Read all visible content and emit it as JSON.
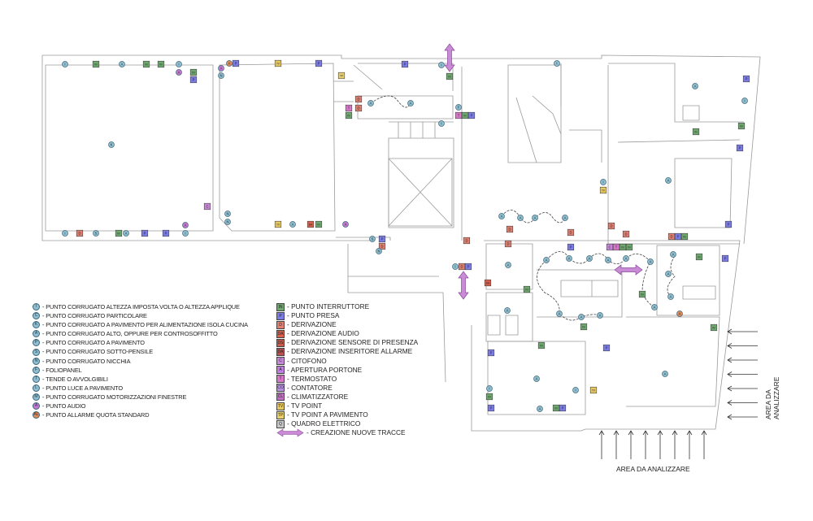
{
  "colors": {
    "wall": "#9a9a9a",
    "circle": "#8fbfd0",
    "circle_audio": "#c47ad0",
    "circle_alarm": "#e08a5a",
    "arrow": "#c98ad6"
  },
  "legend_left": [
    {
      "code": "I",
      "label": "- PUNTO CORRUGATO ALTEZZA IMPOSTA VOLTA O ALTEZZA APPLIQUE",
      "color": "#8fbfd0"
    },
    {
      "code": "C",
      "label": "- PUNTO CORRUGATO PARTICOLARE",
      "color": "#8fbfd0"
    },
    {
      "code": "K",
      "label": "- PUNTO CORRUGATO A PAVIMENTO PER ALIMENTAZIONE ISOLA CUCINA",
      "color": "#8fbfd0"
    },
    {
      "code": "A",
      "label": "- PUNTO CORRUGATO ALTO, OPPURE PER CONTROSOFFITTO",
      "color": "#8fbfd0"
    },
    {
      "code": "P",
      "label": "- PUNTO CORRUGATO A PAVIMENTO",
      "color": "#8fbfd0"
    },
    {
      "code": "S",
      "label": "- PUNTO CORRUGATO SOTTO-PENSILE",
      "color": "#8fbfd0"
    },
    {
      "code": "N",
      "label": "- PUNTO CORRUGATO NICCHIA",
      "color": "#8fbfd0"
    },
    {
      "code": "F",
      "label": "- FOLIOPANEL",
      "color": "#8fbfd0"
    },
    {
      "code": "T",
      "label": "- TENDE O AVVOLGIBILI",
      "color": "#8fbfd0"
    },
    {
      "code": "L",
      "label": "- PUNTO LUCE A PAVIMENTO",
      "color": "#8fbfd0"
    },
    {
      "code": "M",
      "label": "- PUNTO CORRUGATO MOTORIZZAZIONI FINESTRE",
      "color": "#8fbfd0"
    },
    {
      "code": "A",
      "label": "- PUNTO AUDIO",
      "color": "#c47ad0"
    },
    {
      "code": "AL",
      "label": "- PUNTO ALLARME QUOTA STANDARD",
      "color": "#e08a5a"
    }
  ],
  "legend_right": [
    {
      "code": "IN",
      "label": "- PUNTO INTERRUTTORE",
      "color": "#6fa86f"
    },
    {
      "code": "P",
      "label": "- PUNTO PRESA",
      "color": "#7c7ce6"
    },
    {
      "code": "D",
      "label": "- DERIVAZIONE",
      "color": "#e08070"
    },
    {
      "code": "DA",
      "label": "- DERIVAZIONE AUDIO",
      "color": "#d8604c"
    },
    {
      "code": "DS",
      "label": "- DERIVAZIONE SENSORE DI PRESENZA",
      "color": "#c85a4a"
    },
    {
      "code": "DA",
      "label": "- DERIVAZIONE INSERITORE ALLARME",
      "color": "#b85050"
    },
    {
      "code": "C",
      "label": "- CITOFONO",
      "color": "#c888d8"
    },
    {
      "code": "A",
      "label": "- APERTURA PORTONE",
      "color": "#c080e0"
    },
    {
      "code": "T",
      "label": "- TERMOSTATO",
      "color": "#d878c8"
    },
    {
      "code": "CO",
      "label": "- CONTATORE",
      "color": "#b890e0"
    },
    {
      "code": "CL",
      "label": "- CLIMATIZZATORE",
      "color": "#c070c0"
    },
    {
      "code": "TV",
      "label": "- TV POINT",
      "color": "#e8c860"
    },
    {
      "code": "TP",
      "label": "- TV POINT A PAVIMENTO",
      "color": "#e8d070"
    },
    {
      "code": "Q",
      "label": "- QUADRO ELETTRICO",
      "color": "#c8c8c8"
    }
  ],
  "legend_arrow": {
    "label": "- CREAZIONE NUOVE TRACCE"
  },
  "area_labels": {
    "bottom": "AREA DA ANALIZZARE",
    "right": "AREA DA ANALIZZARE"
  }
}
